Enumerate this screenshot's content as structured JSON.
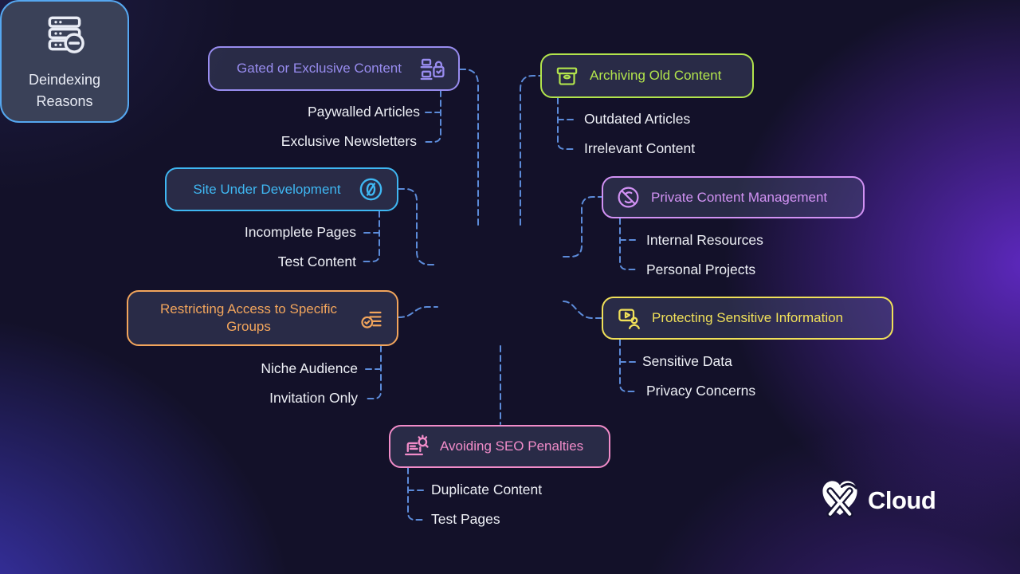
{
  "center": {
    "title_line1": "Deindexing",
    "title_line2": "Reasons",
    "icon": "server-minus-icon"
  },
  "branches": [
    {
      "label": "Gated or Exclusive Content",
      "icon": "devices-lock-icon",
      "color": "#988cef",
      "children": [
        "Paywalled Articles",
        "Exclusive Newsletters"
      ]
    },
    {
      "label": "Archiving Old Content",
      "icon": "archive-box-icon",
      "color": "#b2e44c",
      "children": [
        "Outdated Articles",
        "Irrelevant Content"
      ]
    },
    {
      "label": "Site Under Development",
      "icon": "slashed-zero-icon",
      "color": "#3fb7f2",
      "children": [
        "Incomplete Pages",
        "Test Content"
      ]
    },
    {
      "label": "Private Content Management",
      "icon": "prohibition-icon",
      "color": "#d292f4",
      "children": [
        "Internal Resources",
        "Personal Projects"
      ]
    },
    {
      "label": "Restricting Access to Specific Groups",
      "icon": "checklist-icon",
      "color": "#f2a55c",
      "children": [
        "Niche Audience",
        "Invitation Only"
      ]
    },
    {
      "label": "Protecting Sensitive Information",
      "icon": "media-user-icon",
      "color": "#f0e059",
      "children": [
        "Sensitive Data",
        "Privacy Concerns"
      ]
    },
    {
      "label": "Avoiding SEO Penalties",
      "icon": "laptop-search-icon",
      "color": "#f18cc9",
      "children": [
        "Duplicate Content",
        "Test Pages"
      ]
    }
  ],
  "logo": {
    "text": "Cloud",
    "icon": "xcloud-heart-icon"
  },
  "colors": {
    "background": "#131129",
    "connector": "#5c8bd9",
    "node_fill": "#3a4158",
    "center_border": "#55a7f0",
    "child_text": "#eef0f6",
    "glow_right": "#6a2cd8",
    "glow_bottom_left": "#423ac8"
  }
}
